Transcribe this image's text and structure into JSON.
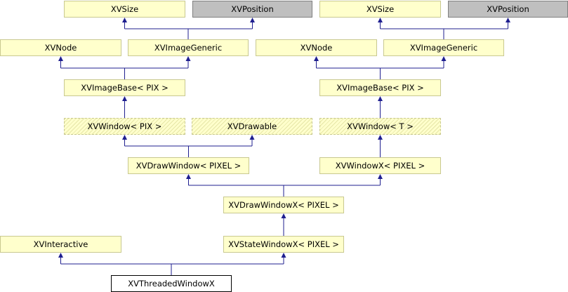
{
  "diagram": {
    "nodes": [
      {
        "id": "xvsize-a",
        "label": "XVSize",
        "style": "normal"
      },
      {
        "id": "xvposition-a",
        "label": "XVPosition",
        "style": "grey"
      },
      {
        "id": "xvsize-b",
        "label": "XVSize",
        "style": "normal"
      },
      {
        "id": "xvposition-b",
        "label": "XVPosition",
        "style": "grey"
      },
      {
        "id": "xvnode-a",
        "label": "XVNode",
        "style": "normal"
      },
      {
        "id": "xvimagegeneric-a",
        "label": "XVImageGeneric",
        "style": "normal"
      },
      {
        "id": "xvnode-b",
        "label": "XVNode",
        "style": "normal"
      },
      {
        "id": "xvimagegeneric-b",
        "label": "XVImageGeneric",
        "style": "normal"
      },
      {
        "id": "xvimagebase-a",
        "label": "XVImageBase< PIX >",
        "style": "normal"
      },
      {
        "id": "xvimagebase-b",
        "label": "XVImageBase< PIX >",
        "style": "normal"
      },
      {
        "id": "xvwindow-pix",
        "label": "XVWindow< PIX >",
        "style": "hatched"
      },
      {
        "id": "xvdrawable",
        "label": "XVDrawable",
        "style": "hatched"
      },
      {
        "id": "xvwindow-t",
        "label": "XVWindow< T >",
        "style": "hatched"
      },
      {
        "id": "xvdrawwindow",
        "label": "XVDrawWindow< PIXEL >",
        "style": "normal"
      },
      {
        "id": "xvwindowx",
        "label": "XVWindowX< PIXEL >",
        "style": "normal"
      },
      {
        "id": "xvdrawwindowx",
        "label": "XVDrawWindowX< PIXEL >",
        "style": "normal"
      },
      {
        "id": "xvinteractive",
        "label": "XVInteractive",
        "style": "normal"
      },
      {
        "id": "xvstatewindowx",
        "label": "XVStateWindowX< PIXEL >",
        "style": "normal"
      },
      {
        "id": "xvthreadedwindowx",
        "label": "XVThreadedWindowX",
        "style": "white"
      }
    ],
    "edges": [
      {
        "child": "xvimagegeneric-a",
        "parents": [
          "xvsize-a",
          "xvposition-a"
        ]
      },
      {
        "child": "xvimagegeneric-b",
        "parents": [
          "xvsize-b",
          "xvposition-b"
        ]
      },
      {
        "child": "xvimagebase-a",
        "parents": [
          "xvnode-a",
          "xvimagegeneric-a"
        ]
      },
      {
        "child": "xvimagebase-b",
        "parents": [
          "xvnode-b",
          "xvimagegeneric-b"
        ]
      },
      {
        "child": "xvwindow-pix",
        "parents": [
          "xvimagebase-a"
        ]
      },
      {
        "child": "xvwindow-t",
        "parents": [
          "xvimagebase-b"
        ]
      },
      {
        "child": "xvdrawwindow",
        "parents": [
          "xvwindow-pix",
          "xvdrawable"
        ]
      },
      {
        "child": "xvwindowx",
        "parents": [
          "xvwindow-t"
        ]
      },
      {
        "child": "xvdrawwindowx",
        "parents": [
          "xvdrawwindow",
          "xvwindowx"
        ]
      },
      {
        "child": "xvstatewindowx",
        "parents": [
          "xvdrawwindowx"
        ]
      },
      {
        "child": "xvthreadedwindowx",
        "parents": [
          "xvinteractive",
          "xvstatewindowx"
        ]
      }
    ],
    "colors": {
      "node_fill": "#ffffcc",
      "node_border": "#c8c890",
      "external_fill": "#bfbfbf",
      "edge": "#1f1f8f"
    }
  }
}
